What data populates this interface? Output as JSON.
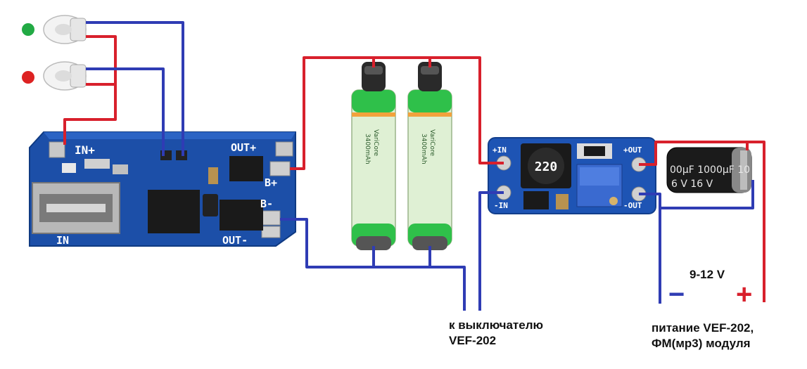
{
  "charger_board": {
    "in_plus": "IN+",
    "out_plus": "OUT+",
    "b_plus": "B+",
    "b_minus": "B-",
    "out_minus": "OUT-",
    "in_minus": "IN"
  },
  "batteries": {
    "capacity": "3400mAh",
    "brand": "VariCore"
  },
  "boost_module": {
    "vin_plus": "+IN",
    "vin_minus": "-IN",
    "vout_plus": "+OUT",
    "vout_minus": "-OUT",
    "inductor": "220"
  },
  "capacitor": {
    "rating": "1000µF 16V",
    "line1": "00µF 1000µF 10",
    "line2": "6 V 16 V"
  },
  "labels": {
    "voltage": "9-12 V",
    "minus_sign": "−",
    "plus_sign": "+",
    "switch_line1": "к выключателю",
    "switch_line2": "VEF-202",
    "power_line1": "питание VEF-202,",
    "power_line2": "ФМ(мр3) модуля"
  },
  "leds": [
    {
      "color": "#22aa44"
    },
    {
      "color": "#dd2222"
    }
  ],
  "colors": {
    "wire_red": "#d8202c",
    "wire_blue": "#2f3cb4",
    "pcb_blue": "#1c4fa8"
  }
}
